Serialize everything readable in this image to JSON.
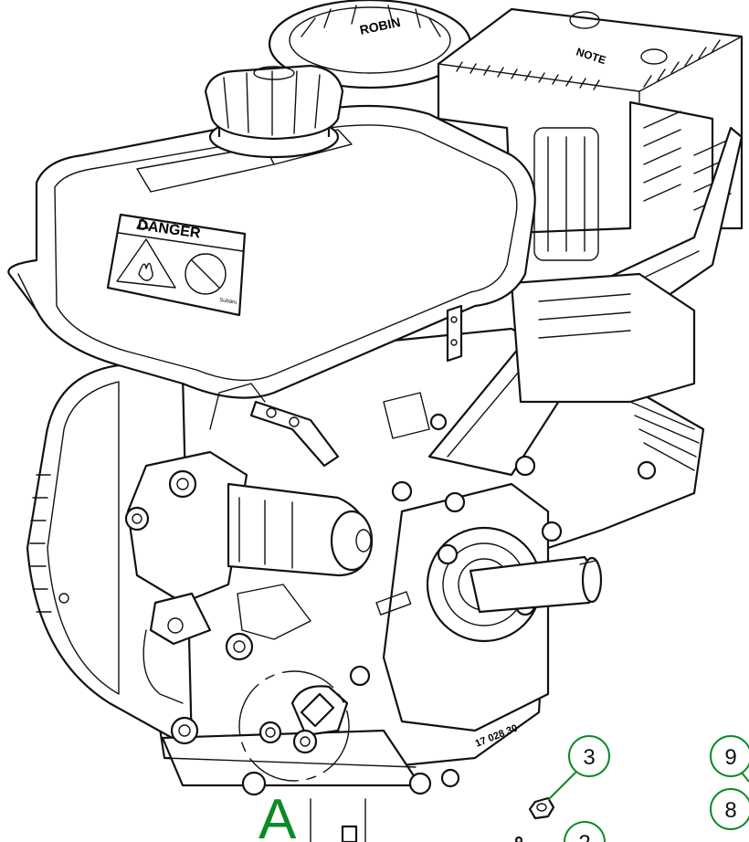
{
  "warning_label": {
    "heading": "DANGER"
  },
  "part_number": "17 028 30",
  "detail_marker": {
    "letter": "A",
    "color": "#0b8a26"
  },
  "callouts": [
    {
      "number": "3"
    },
    {
      "number": "9"
    },
    {
      "number": "8"
    },
    {
      "number": "2"
    }
  ],
  "colors": {
    "line": "#111111",
    "accent": "#0b8a26",
    "background": "#ffffff"
  }
}
